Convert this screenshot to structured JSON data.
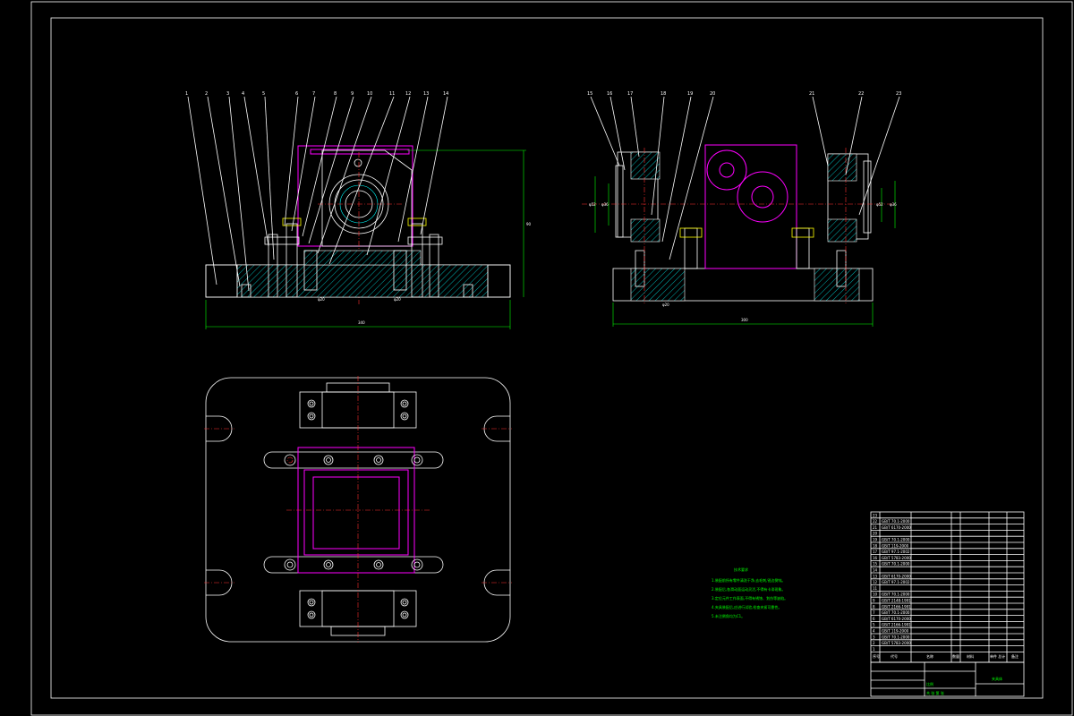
{
  "front_view": {
    "callouts": [
      "1",
      "2",
      "3",
      "4",
      "5",
      "6",
      "7",
      "8",
      "9",
      "10",
      "11",
      "12",
      "13",
      "14"
    ],
    "dim_width": "340",
    "dim_height": "90",
    "dim_small_1": "φ20",
    "dim_small_2": "φ20"
  },
  "side_view": {
    "callouts": [
      "15",
      "16",
      "17",
      "18",
      "19",
      "20",
      "21",
      "22",
      "23"
    ],
    "dim_width": "300",
    "dim_left_1": "φ52",
    "dim_left_2": "φ36",
    "dim_right_1": "φ52",
    "dim_right_2": "φ36",
    "dim_small": "φ20"
  },
  "tech_requirements": {
    "title": "技术要求",
    "lines": [
      "1.装配前所有零件清洗干净,去毛刺,锐边倒钝。",
      "2.装配后,各滑动面运动灵活,不得有卡滞现象。",
      "3.定位元件工作表面,不得有锈蚀、划伤等缺陷。",
      "4.夹具装配后,应进行试验,检查夹紧可靠性。",
      "5.未注倒角均为C1。"
    ]
  },
  "bom": {
    "rows": [
      {
        "no": "23",
        "code": "",
        "name": "",
        "qty": "",
        "material": "",
        "note": ""
      },
      {
        "no": "22",
        "code": "GB/T 70.1-2000",
        "name": "",
        "qty": "",
        "material": "",
        "note": ""
      },
      {
        "no": "21",
        "code": "GB/T 6170-2000",
        "name": "",
        "qty": "",
        "material": "",
        "note": ""
      },
      {
        "no": "20",
        "code": "",
        "name": "",
        "qty": "",
        "material": "",
        "note": ""
      },
      {
        "no": "19",
        "code": "GB/T 70.1-2000",
        "name": "",
        "qty": "",
        "material": "",
        "note": ""
      },
      {
        "no": "18",
        "code": "GB/T 119-2000",
        "name": "",
        "qty": "",
        "material": "",
        "note": ""
      },
      {
        "no": "17",
        "code": "GB/T 97.1-2002",
        "name": "",
        "qty": "",
        "material": "",
        "note": ""
      },
      {
        "no": "16",
        "code": "GB/T 5783-2000",
        "name": "",
        "qty": "",
        "material": "",
        "note": ""
      },
      {
        "no": "15",
        "code": "GB/T 70.1-2000",
        "name": "",
        "qty": "",
        "material": "",
        "note": ""
      },
      {
        "no": "14",
        "code": "",
        "name": "",
        "qty": "",
        "material": "",
        "note": ""
      },
      {
        "no": "13",
        "code": "GB/T 6170-2000",
        "name": "",
        "qty": "",
        "material": "",
        "note": ""
      },
      {
        "no": "12",
        "code": "GB/T 97.1-2002",
        "name": "",
        "qty": "",
        "material": "",
        "note": ""
      },
      {
        "no": "11",
        "code": "",
        "name": "",
        "qty": "",
        "material": "",
        "note": ""
      },
      {
        "no": "10",
        "code": "GB/T 70.1-2000",
        "name": "",
        "qty": "",
        "material": "",
        "note": ""
      },
      {
        "no": "9",
        "code": "GB/T 2148-1991",
        "name": "",
        "qty": "",
        "material": "",
        "note": ""
      },
      {
        "no": "8",
        "code": "GB/T 2166-1991",
        "name": "",
        "qty": "",
        "material": "",
        "note": ""
      },
      {
        "no": "7",
        "code": "GB/T 70.1-2000",
        "name": "",
        "qty": "",
        "material": "",
        "note": ""
      },
      {
        "no": "6",
        "code": "GB/T 6170-2000",
        "name": "",
        "qty": "",
        "material": "",
        "note": ""
      },
      {
        "no": "5",
        "code": "GB/T 2166-1991",
        "name": "",
        "qty": "",
        "material": "",
        "note": ""
      },
      {
        "no": "4",
        "code": "GB/T 119-2000",
        "name": "",
        "qty": "",
        "material": "",
        "note": ""
      },
      {
        "no": "3",
        "code": "GB/T 70.1-2000",
        "name": "",
        "qty": "",
        "material": "",
        "note": ""
      },
      {
        "no": "2",
        "code": "GB/T 5783-2000",
        "name": "",
        "qty": "",
        "material": "",
        "note": ""
      },
      {
        "no": "1",
        "code": "",
        "name": "",
        "qty": "",
        "material": "",
        "note": ""
      }
    ],
    "header": {
      "no": "序号",
      "code": "代号",
      "name": "名称",
      "qty": "数量",
      "material": "材料",
      "weight": "单件 总计",
      "note": "备注"
    }
  },
  "title_block": {
    "drawing_name": "夹具体",
    "scale_label": "比例",
    "sheet_label": "共 张 第 张"
  },
  "colors": {
    "background": "#000000",
    "outline": "#ffffff",
    "section": "#00ffff",
    "workpiece": "#ff00ff",
    "centerline": "#ff3030",
    "dimension": "#00ff00"
  }
}
